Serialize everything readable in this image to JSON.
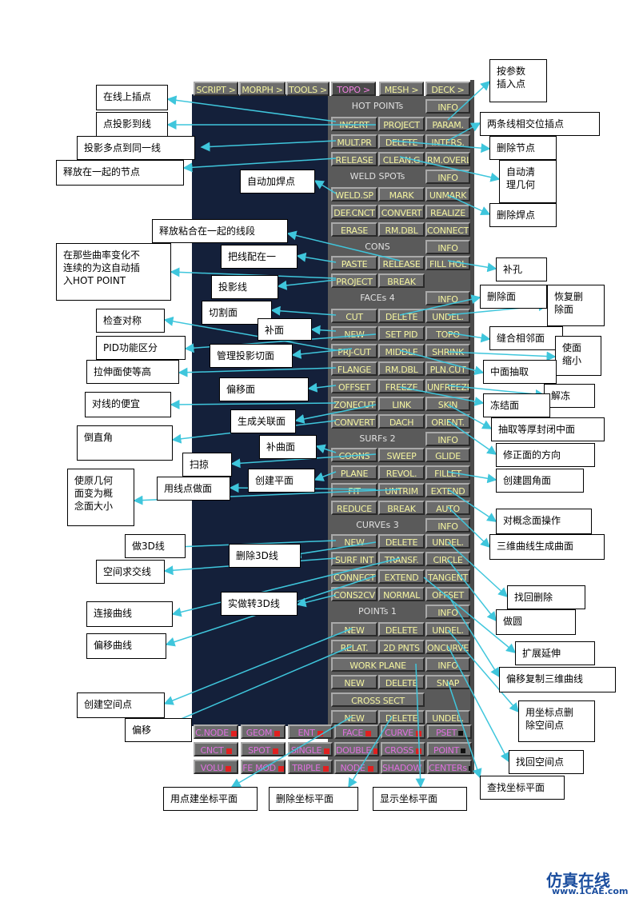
{
  "menu_bar": [
    "SCRIPT >",
    "MORPH >",
    "TOOLS >",
    "TOPO >",
    "MESH >",
    "DECK >"
  ],
  "sections": {
    "hot_points": "HOT POINTs",
    "weld_spots": "WELD SPOTs",
    "cons": "CONS",
    "faces": "FACEs 4",
    "surfs": "SURFs 2",
    "curves": "CURVEs 3",
    "points": "POINTs 1"
  },
  "buttons": {
    "info": "INFO",
    "insert": "INSERT",
    "project": "PROJECT",
    "param": "PARAM.",
    "mult_pr": "MULT.PR",
    "delete": "DELETE",
    "inters": "INTERS.",
    "release": "RELEASE",
    "clean_g": "CLEAN.G",
    "rm_overl": "RM.OVERL",
    "weld_sp": "WELD.SP",
    "mark": "MARK",
    "unmark": "UNMARK",
    "def_cnct": "DEF.CNCT",
    "convert": "CONVERT",
    "realize": "REALIZE",
    "erase": "ERASE",
    "rm_dbl": "RM.DBL",
    "connecto": "CONNECTO",
    "paste": "PASTE",
    "fill_hol": "FILL HOL",
    "break": "BREAK",
    "cut": "CUT",
    "undel": "UNDEL.",
    "new": "NEW",
    "set_pid": "SET PID",
    "topo": "TOPO",
    "prj_cut": "PRJ-CUT",
    "middle": "MIDDLE",
    "shrink": "SHRINK",
    "flange": "FLANGE",
    "rm_dbl2": "RM.DBL",
    "pln_cut": "PLN.CUT",
    "offset": "OFFSET",
    "freeze": "FREEZE",
    "unfreeze": "UNFREEZE",
    "zonecut": "ZONECUT",
    "link": "LINK",
    "skin": "SKIN",
    "dach": "DACH",
    "orient": "ORIENT.",
    "coons": "COONS",
    "sweep": "SWEEP",
    "glide": "GLIDE",
    "plane": "PLANE",
    "revol": "REVOL.",
    "fillet": "FILLET",
    "fit": "FIT",
    "untrim": "UNTRIM",
    "extend": "EXTEND",
    "reduce": "REDUCE",
    "auto": "AUTO",
    "surf_int": "SURF INT",
    "transf": "TRANSF.",
    "circle": "CIRCLE",
    "connect": "CONNECT",
    "tangent": "TANGENT",
    "cons2cv": "CONS2CV",
    "normal": "NORMAL",
    "relat": "RELAT.",
    "pnts_2d": "2D PNTS",
    "oncurve": "ONCURVE",
    "work_plane": "WORK PLANE",
    "snap": "SNAP",
    "cross_sect": "CROSS SECT"
  },
  "bottom_grid": [
    [
      "C.NODE",
      "GEOM",
      "ENT",
      "FACE",
      "CURVE",
      "PSET"
    ],
    [
      "CNCT",
      "SPOT",
      "SINGLE",
      "DOUBLE",
      "CROSS",
      "POINT"
    ],
    [
      "VOLU",
      "FE MOD",
      "TRIPLE",
      "NODE",
      "SHADOW",
      "CENTERs"
    ]
  ],
  "annotations": {
    "insert_on_line": "在线上插点",
    "project_to_line": "点投影到线",
    "multi_project": "投影多点到同一线",
    "release_nodes": "释放在一起的节点",
    "insert_by_param": "按参数\n插入点",
    "insert_at_intersection": "两条线相交位插点",
    "delete_node": "删除节点",
    "auto_clean": "自动清\n理几何",
    "auto_weld": "自动加焊点",
    "delete_weld": "删除焊点",
    "release_segments": "释放粘合在一起的线段",
    "hot_point_desc": "在那些曲率变化不\n连续的为这自动插\n入HOT POINT",
    "paste_lines": "把线配在一",
    "fill_hole": "补孔",
    "project_line": "投影线",
    "delete_face": "删除面",
    "restore_face": "恢复删\n除面",
    "cut_face": "切割面",
    "check_symmetry": "检查对称",
    "patch_face": "补面",
    "stitch_faces": "缝合相邻面",
    "pid_split": "PID功能区分",
    "manage_proj_cut": "管理投影切面",
    "shrink_face": "使面\n缩小",
    "flange_equal": "拉伸面使等高",
    "mid_surface": "中面抽取",
    "offset_face": "偏移面",
    "unfreeze": "解冻",
    "cheap_lines": "对线的便宜",
    "freeze_face": "冻结面",
    "gen_assoc_face": "生成关联面",
    "extract_closed": "抽取等厚封闭中面",
    "chamfer": "倒直角",
    "patch_surface": "补曲面",
    "fix_normal": "修正面的方向",
    "sweep": "扫掠",
    "create_plane": "创建平面",
    "create_fillet": "创建圆角面",
    "pts_face": "用线点做面",
    "geom_to_concept": "使原几何\n面变为概\n念面大小",
    "concept_face": "对概念面操作",
    "curves_to_surface": "三维曲线生成曲面",
    "make_3d_line": "做3D线",
    "delete_3d_line": "删除3D线",
    "intersect_curve": "空间求交线",
    "restore_deleted": "找回删除",
    "make_solid_3d": "实做转3D线",
    "connect_curves": "连接曲线",
    "make_circle": "做圆",
    "offset_curve": "偏移曲线",
    "extend": "扩展延伸",
    "offset_copy_curve": "偏移复制三维曲线",
    "create_point": "创建空间点",
    "delete_by_coord": "用坐标点删\n除空间点",
    "offset": "偏移",
    "find_point": "找回空间点",
    "find_coord_plane": "查找坐标平面",
    "point_coord_plane": "用点建坐标平面",
    "delete_coord_plane": "删除坐标平面",
    "show_coord_plane": "显示坐标平面"
  },
  "watermark": {
    "cn": "仿真在线",
    "url": "www.1CAE.com"
  }
}
